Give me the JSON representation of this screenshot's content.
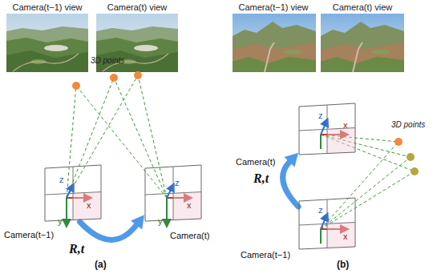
{
  "diagram": {
    "nodes": [
      {
        "text": [
          "Camera(t−1)"
        ]
      },
      {
        "text": [
          "Camera(t)"
        ]
      },
      {
        "text": [
          "Camera(t)"
        ]
      },
      {
        "text": [
          "Camera(t−1)"
        ]
      }
    ],
    "edges": [
      {
        "from": 0,
        "to": 1,
        "arrow": "to",
        "label": "R,t"
      },
      {
        "from": 3,
        "to": 2,
        "arrow": "to",
        "label": "R,t"
      }
    ],
    "labels": [
      "Camera(t−1) view",
      "Camera(t) view",
      "Camera(t−1) view",
      "Camera(t) view",
      "3D points",
      "3D points",
      "z",
      "x",
      "y",
      "z",
      "x",
      "y",
      "z",
      "x",
      "z",
      "x",
      "(a)",
      "(b)"
    ]
  }
}
